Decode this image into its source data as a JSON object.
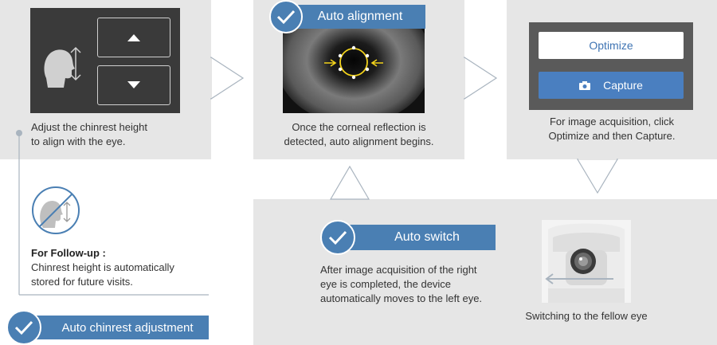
{
  "step1": {
    "caption_line1": "Adjust the chinrest height",
    "caption_line2": "to align with the eye.",
    "icons": {
      "head": "head-profile-icon",
      "up": "triangle-up-icon",
      "down": "triangle-down-icon",
      "updown": "up-down-arrow-icon"
    }
  },
  "step2": {
    "badge": "Auto alignment",
    "caption_line1": "Once the corneal reflection is",
    "caption_line2": "detected, auto alignment begins."
  },
  "step3": {
    "optimize_label": "Optimize",
    "capture_label": "Capture",
    "caption_line1": "For image acquisition, click",
    "caption_line2": "Optimize and then Capture."
  },
  "switch": {
    "badge": "Auto switch",
    "caption_line1": "After image acquisition of the right",
    "caption_line2": "eye is completed, the device",
    "caption_line3": "automatically moves to the left eye.",
    "image_caption": "Switching to the fellow eye"
  },
  "followup": {
    "heading": "For Follow-up :",
    "caption_line1": "Chinrest height is automatically",
    "caption_line2": "stored for future visits.",
    "badge": "Auto chinrest adjustment"
  },
  "colors": {
    "accent": "#4a7fb3",
    "panel": "#e6e6e6",
    "dark": "#3a3a3a",
    "screen": "#5a5a5a"
  }
}
